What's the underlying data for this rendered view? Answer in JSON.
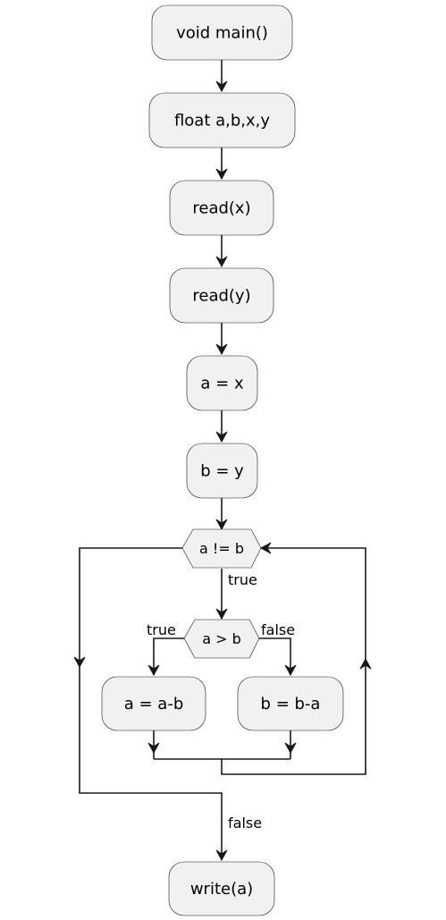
{
  "nodes": {
    "start": "void main()",
    "declare": "float a,b,x,y",
    "read_x": "read(x)",
    "read_y": "read(y)",
    "assign_a": "a = x",
    "assign_b": "b = y",
    "loop_condition": "a != b",
    "if_condition": "a > b",
    "subtract_b": "a = a-b",
    "subtract_a": "b = b-a",
    "output": "write(a)"
  },
  "edge_labels": {
    "loop_true": "true",
    "loop_false": "false",
    "if_true": "true",
    "if_false": "false"
  }
}
